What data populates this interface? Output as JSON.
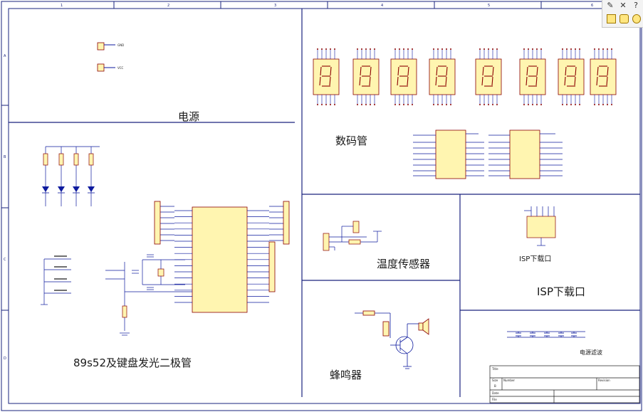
{
  "sections": {
    "power": "电源",
    "display": "数码管",
    "mcu_keys_leds": "89s52及键盘发光二极管",
    "temp_sensor": "温度传感器",
    "isp": "ISP下载口",
    "buzzer": "蜂鸣器"
  },
  "components": {
    "isp_small_label": "ISP下载口",
    "filter_caps_label": "电源滤波"
  },
  "title_block": {
    "title_label": "Title",
    "size_label": "Size",
    "size_value": "B",
    "number_label": "Number",
    "revision_label": "Revision",
    "date_label": "Date",
    "file_label": "File"
  },
  "toolbar": {
    "draw_icon": "pencil-icon",
    "cross_icon": "cross-icon",
    "help_icon": "help-icon",
    "rect_icon": "rectangle-shape-icon",
    "rounded_icon": "rounded-rectangle-shape-icon",
    "ellipse_icon": "ellipse-shape-icon"
  },
  "colors": {
    "frame": "#1a237e",
    "wire": "#0d1a9e",
    "component": "#8b0000",
    "fill": "#fff5b0",
    "label": "#1a1a1a"
  }
}
